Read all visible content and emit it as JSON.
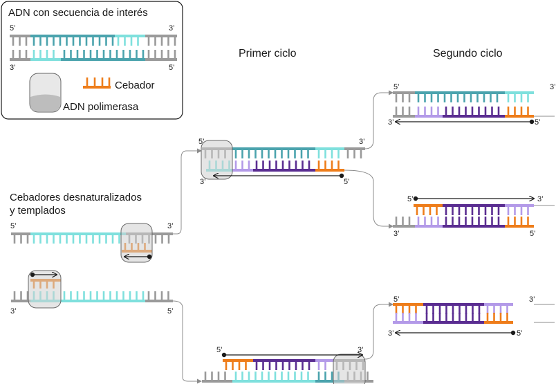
{
  "colors": {
    "gray": "#9a9a9a",
    "teal": "#4ba3ad",
    "cyan": "#7fe0dd",
    "dark_purple": "#5a2d91",
    "light_purple": "#b39ae8",
    "orange": "#ee7d1a",
    "polymerase_fill": "#d0d0d0",
    "text": "#1a1a1a",
    "connector": "#8c8c8c"
  },
  "legend": {
    "title": "ADN con secuencia de interés",
    "primer_label": "Cebador",
    "polymerase_label": "ADN polimerasa",
    "five_prime": "5’",
    "three_prime": "3’"
  },
  "stage_titles": {
    "start": "Cebadores desnaturalizados",
    "start_line2": "y templados",
    "first_cycle": "Primer ciclo",
    "second_cycle": "Segundo ciclo"
  },
  "strand_ends": {
    "five": "5’",
    "three": "3’"
  }
}
